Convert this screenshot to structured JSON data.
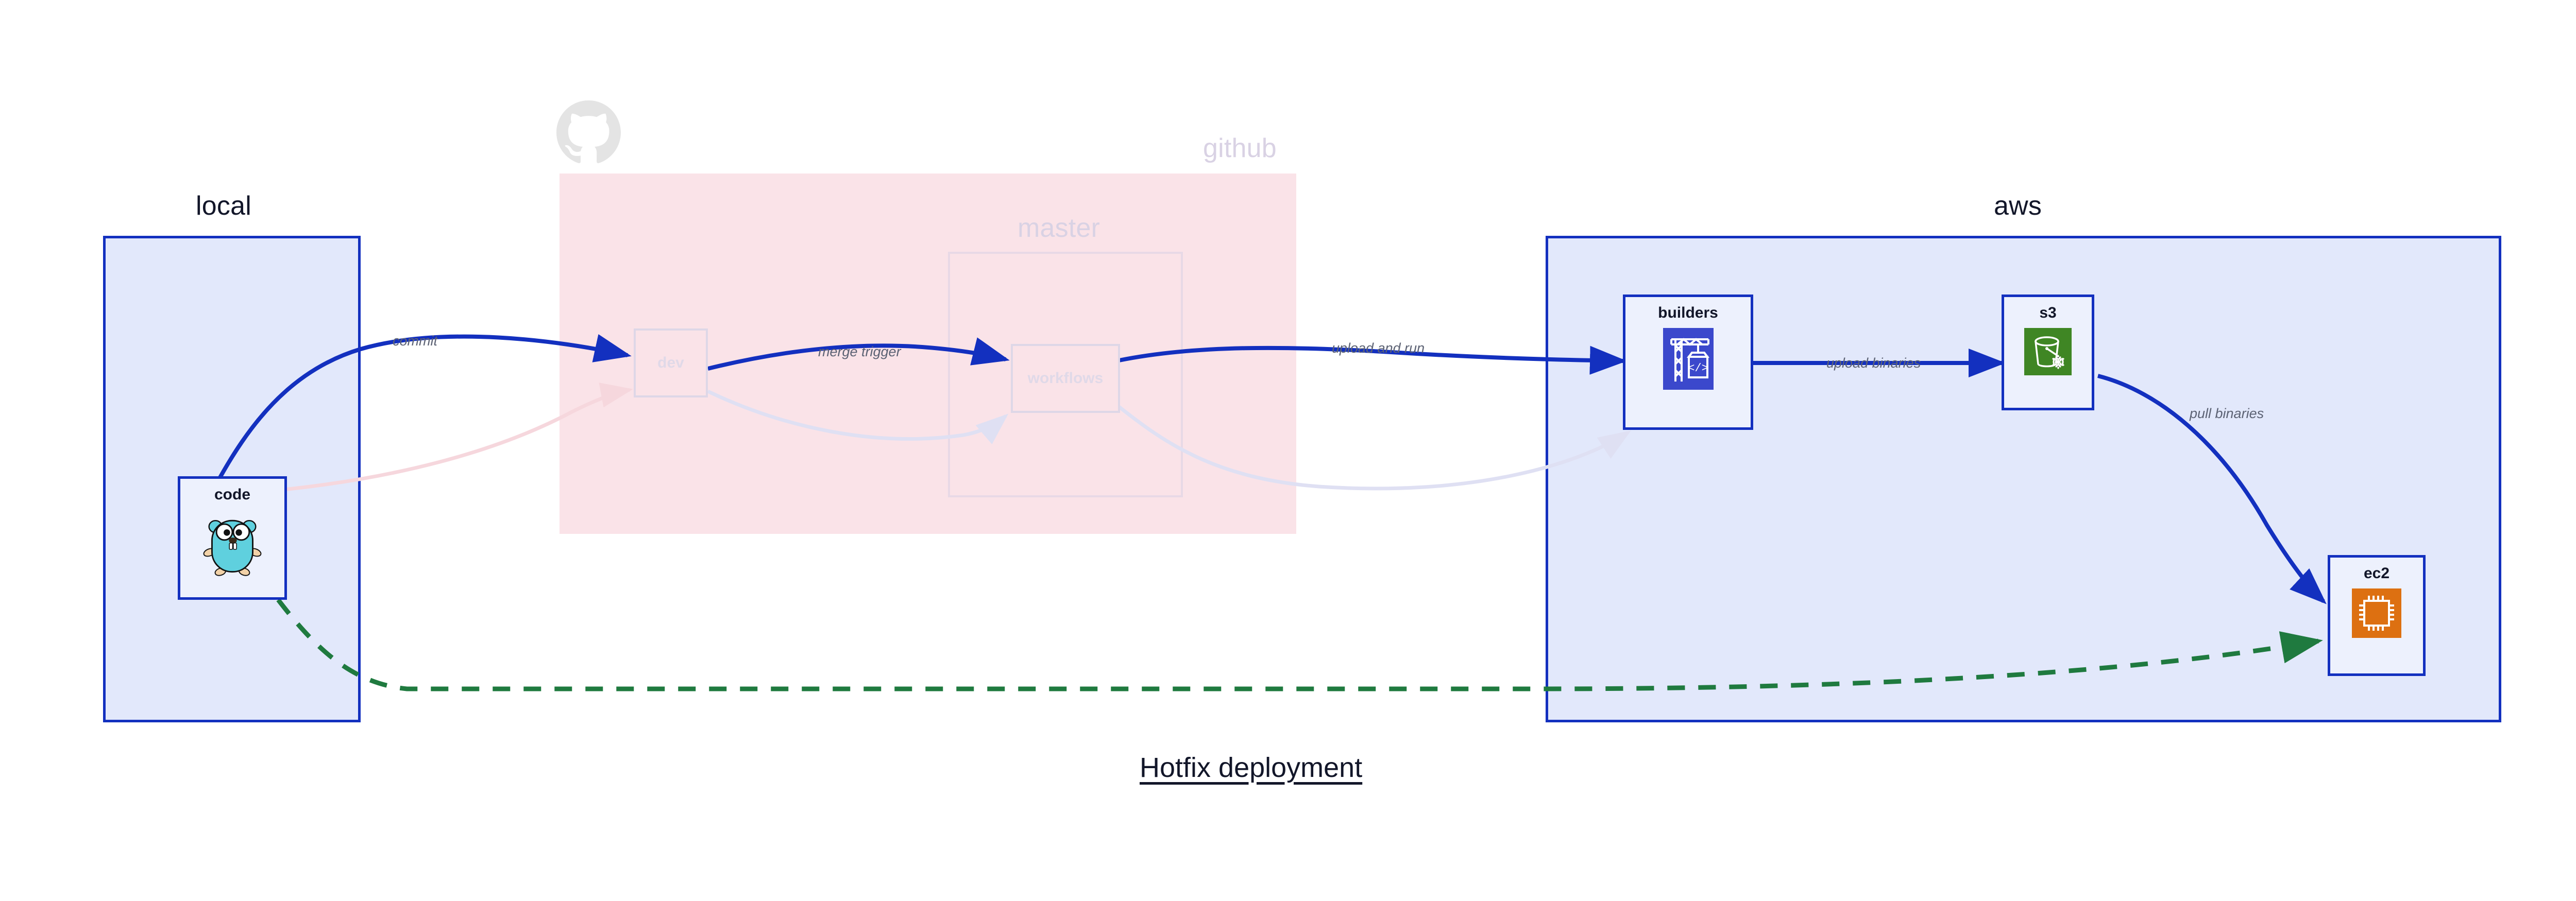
{
  "diagram": {
    "title": "Hotfix deployment",
    "colors": {
      "cluster_border_blue": "#1330bf",
      "cluster_fill_blue": "#e2e8fb",
      "cluster_fill_pink": "#fae3e8",
      "edge_blue": "#1330bf",
      "edge_green": "#1f7a3f",
      "faded_border": "#d9d2e4",
      "label_gray": "#5c6274",
      "text_dark": "#121629",
      "aws_builders_icon": "#3b48cc",
      "aws_s3_icon": "#3f8624",
      "aws_ec2_icon": "#dd7011",
      "github_logo_gray": "#e4e4e4",
      "gopher_body": "#5fd0de"
    }
  },
  "clusters": [
    {
      "id": "local",
      "label": "local",
      "faded": false
    },
    {
      "id": "github",
      "label": "github",
      "faded": true
    },
    {
      "id": "master",
      "label": "master",
      "faded": true
    },
    {
      "id": "aws",
      "label": "aws",
      "faded": false
    }
  ],
  "nodes": [
    {
      "id": "code",
      "label": "code",
      "icon": "go-gopher-icon",
      "faded": false
    },
    {
      "id": "dev",
      "label": "dev",
      "icon": "none",
      "faded": true
    },
    {
      "id": "workflows",
      "label": "workflows",
      "icon": "none",
      "faded": true
    },
    {
      "id": "builders",
      "label": "builders",
      "icon": "aws-codebuild-icon",
      "faded": false
    },
    {
      "id": "s3",
      "label": "s3",
      "icon": "aws-s3-glacier-icon",
      "faded": false
    },
    {
      "id": "ec2",
      "label": "ec2",
      "icon": "aws-ec2-chip-icon",
      "faded": false
    }
  ],
  "edges": [
    {
      "id": "code-dev",
      "from": "code",
      "to": "dev",
      "label": "commit",
      "style": "solid",
      "color": "blue",
      "faded": false
    },
    {
      "id": "dev-workflows",
      "from": "dev",
      "to": "workflows",
      "label": "merge trigger",
      "style": "solid",
      "color": "blue",
      "faded": false
    },
    {
      "id": "workflows-build",
      "from": "workflows",
      "to": "builders",
      "label": "upload and run",
      "style": "solid",
      "color": "blue",
      "faded": false
    },
    {
      "id": "builders-s3",
      "from": "builders",
      "to": "s3",
      "label": "upload binaries",
      "style": "solid",
      "color": "blue",
      "faded": false
    },
    {
      "id": "s3-ec2",
      "from": "s3",
      "to": "ec2",
      "label": "pull binaries",
      "style": "solid",
      "color": "blue",
      "faded": false
    },
    {
      "id": "code-ec2",
      "from": "code",
      "to": "ec2",
      "label": "",
      "style": "dashed",
      "color": "green",
      "faded": false
    },
    {
      "id": "code-dev-ghost",
      "from": "code",
      "to": "dev",
      "label": "",
      "style": "solid",
      "color": "pink",
      "faded": true
    },
    {
      "id": "dev-wf-ghost",
      "from": "dev",
      "to": "workflows",
      "label": "",
      "style": "solid",
      "color": "lilac",
      "faded": true
    },
    {
      "id": "wf-build-ghost",
      "from": "workflows",
      "to": "builders",
      "label": "",
      "style": "solid",
      "color": "lilac",
      "faded": true
    }
  ],
  "edge_labels": {
    "commit": "commit",
    "merge_trigger": "merge trigger",
    "upload_and_run": "upload and run",
    "upload_binaries": "upload binaries",
    "pull_binaries": "pull binaries"
  }
}
